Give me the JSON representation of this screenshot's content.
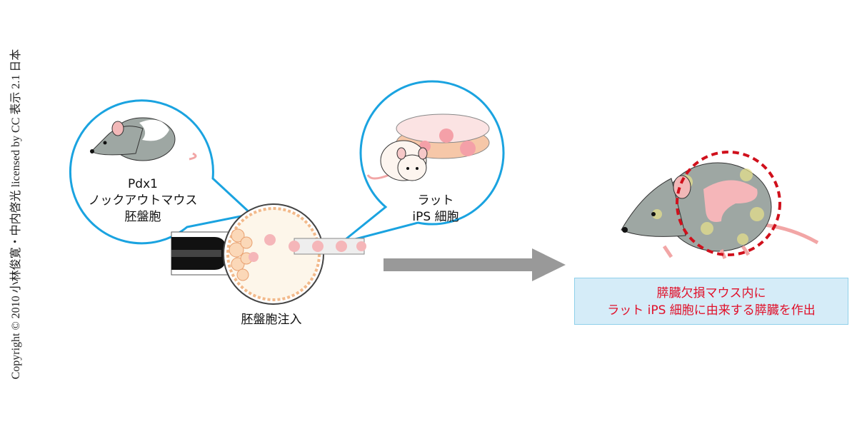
{
  "copyright": "Copyright © 2010 小林俊寛・中内啓光 licensed by CC 表示 2.1 日本",
  "left_bubble": {
    "line1": "Pdx1",
    "line2": "ノックアウトマウス",
    "line3": "胚盤胞"
  },
  "right_bubble": {
    "line1": "ラット",
    "line2": "iPS 細胞"
  },
  "injection_label": "胚盤胞注入",
  "result": {
    "line1": "膵臓欠損マウス内に",
    "line2": "ラット iPS 細胞に由来する膵臓を作出"
  },
  "colors": {
    "bubble_border": "#1aa3e0",
    "arrow": "#999999",
    "result_text": "#e0102a",
    "result_bg": "#d5ecf8",
    "dashed_circle": "#d0101c"
  }
}
